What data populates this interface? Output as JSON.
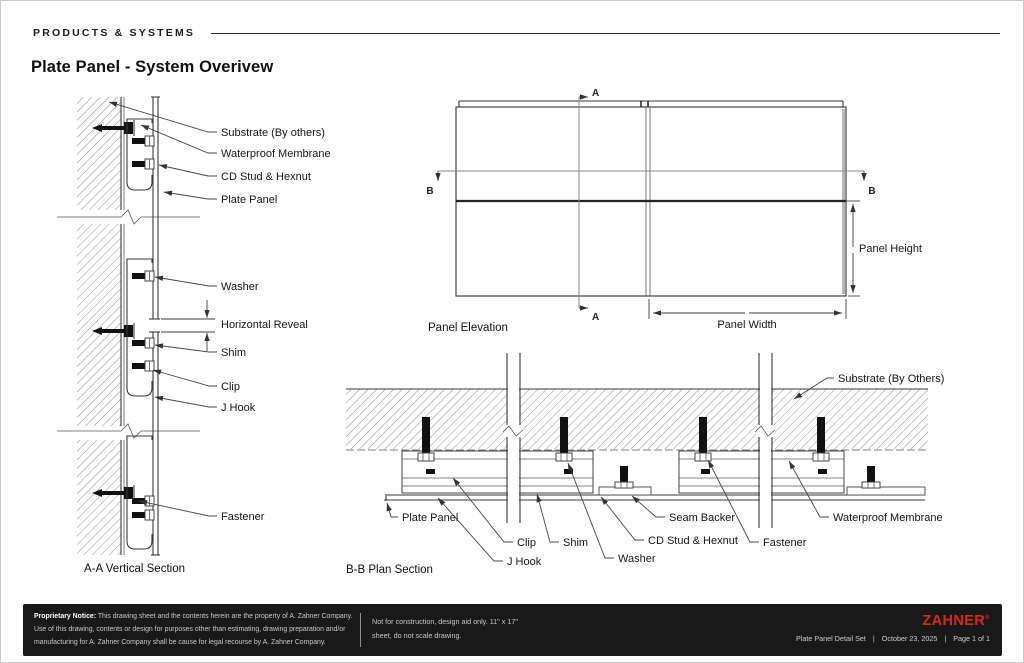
{
  "page": {
    "eyebrow": "PRODUCTS & SYSTEMS",
    "title": "Plate Panel - System Overivew"
  },
  "vertical_section": {
    "caption": "A-A Vertical Section",
    "labels": {
      "substrate": "Substrate (By others)",
      "membrane": "Waterproof Membrane",
      "cd_stud": "CD Stud & Hexnut",
      "plate_panel": "Plate Panel",
      "washer": "Washer",
      "horizontal_reveal": "Horizontal Reveal",
      "shim": "Shim",
      "clip": "Clip",
      "j_hook": "J Hook",
      "fastener": "Fastener"
    }
  },
  "elevation": {
    "caption": "Panel Elevation",
    "marker_a": "A",
    "marker_b": "B",
    "dims": {
      "height": "Panel Height",
      "width": "Panel Width"
    }
  },
  "plan_section": {
    "caption": "B-B Plan Section",
    "labels": {
      "substrate": "Substrate (By Others)",
      "plate_panel": "Plate Panel",
      "clip": "Clip",
      "j_hook": "J Hook",
      "shim": "Shim",
      "washer": "Washer",
      "cd_stud": "CD Stud & Hexnut",
      "seam_backer": "Seam Backer",
      "fastener": "Fastener",
      "membrane": "Waterproof Membrane"
    }
  },
  "footer": {
    "proprietary_label": "Proprietary Notice:",
    "proprietary_line1": " This drawing sheet and the contents herein are the property of A. Zahner Company.",
    "proprietary_line2": "Use of this drawing, contents or design for purposes other than estimating, drawing preparation and/or",
    "proprietary_line3": "manufacturing for A. Zahner Company shall be cause for legal recourse by A. Zahner Company.",
    "usage_note_line1": "Not for construction, design aid only. 11\" x 17\"",
    "usage_note_line2": "sheet, do not scale drawing.",
    "brand": "ZAHNER",
    "brand_mark": "®",
    "doc_title": "Plate Panel Detail Set",
    "date": "October 23, 2025",
    "page_info": "Page 1 of 1",
    "separator": "|"
  },
  "colors": {
    "brand_red": "#D9291C",
    "footer_bg": "#191919",
    "line": "#3a3a3a"
  }
}
